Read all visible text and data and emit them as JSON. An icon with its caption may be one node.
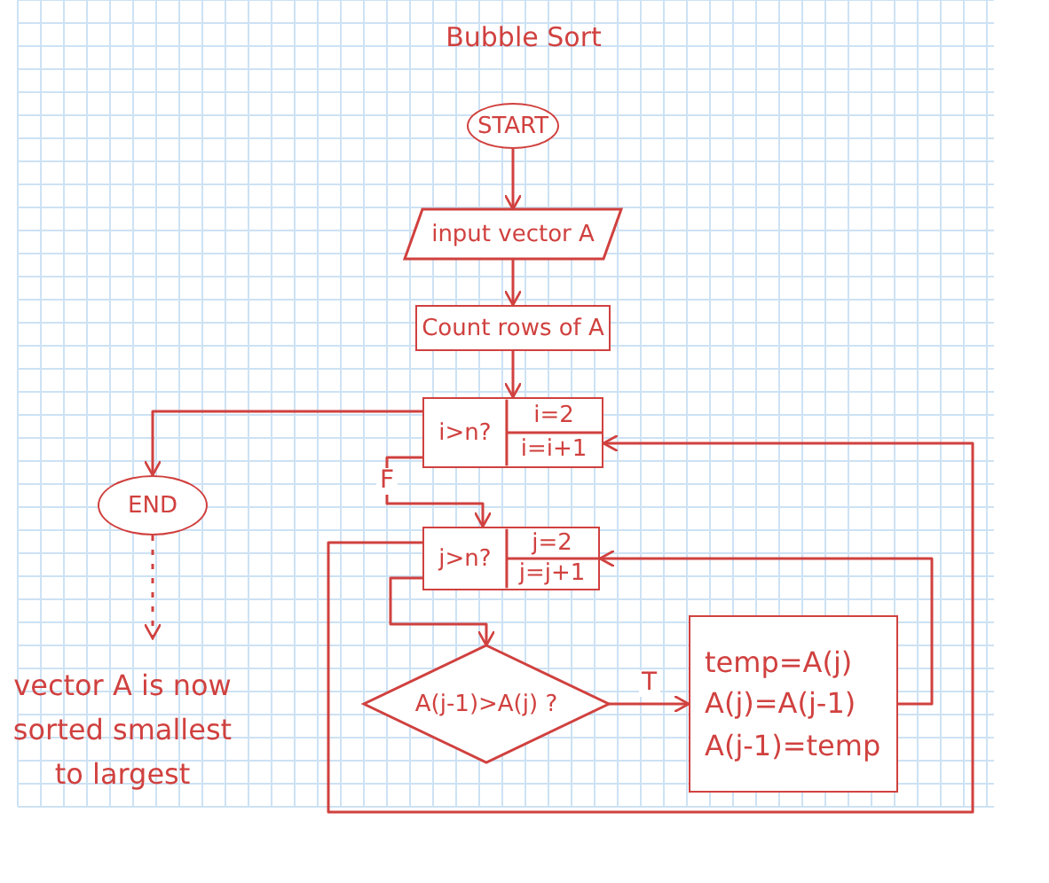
{
  "diagram": {
    "title": "Bubble Sort",
    "nodes": [
      {
        "text": [
          "START"
        ]
      },
      {
        "text": [
          "input vector A"
        ]
      },
      {
        "text": [
          "Count rows of A"
        ]
      },
      {
        "text": [
          "i>n?",
          "i=2",
          "i=i+1"
        ]
      },
      {
        "text": [
          "END"
        ]
      },
      {
        "text": [
          "vector A is now sorted smallest to largest"
        ]
      },
      {
        "text": [
          "j>n?",
          "j=2",
          "j=j+1"
        ]
      },
      {
        "text": [
          "A(j-1)>A(j) ?"
        ]
      },
      {
        "text": [
          "temp=A(j)",
          "A(j)=A(j-1)",
          "A(j-1)=temp"
        ]
      }
    ],
    "edges": [
      {
        "from": 0,
        "to": 1,
        "arrow": "to"
      },
      {
        "from": 1,
        "to": 2,
        "arrow": "to"
      },
      {
        "from": 2,
        "to": 3,
        "arrow": "to"
      },
      {
        "from": 3,
        "to": 4,
        "arrow": "to"
      },
      {
        "from": 4,
        "to": 5,
        "arrow": "to",
        "style": "dashed"
      },
      {
        "from": 3,
        "to": 6,
        "arrow": "to",
        "label": "F"
      },
      {
        "from": 6,
        "to": 7,
        "arrow": "to"
      },
      {
        "from": 7,
        "to": 8,
        "arrow": "to",
        "label": "T"
      },
      {
        "from": 8,
        "to": 6,
        "arrow": "to"
      },
      {
        "from": 6,
        "to": 3,
        "arrow": "to"
      }
    ]
  }
}
